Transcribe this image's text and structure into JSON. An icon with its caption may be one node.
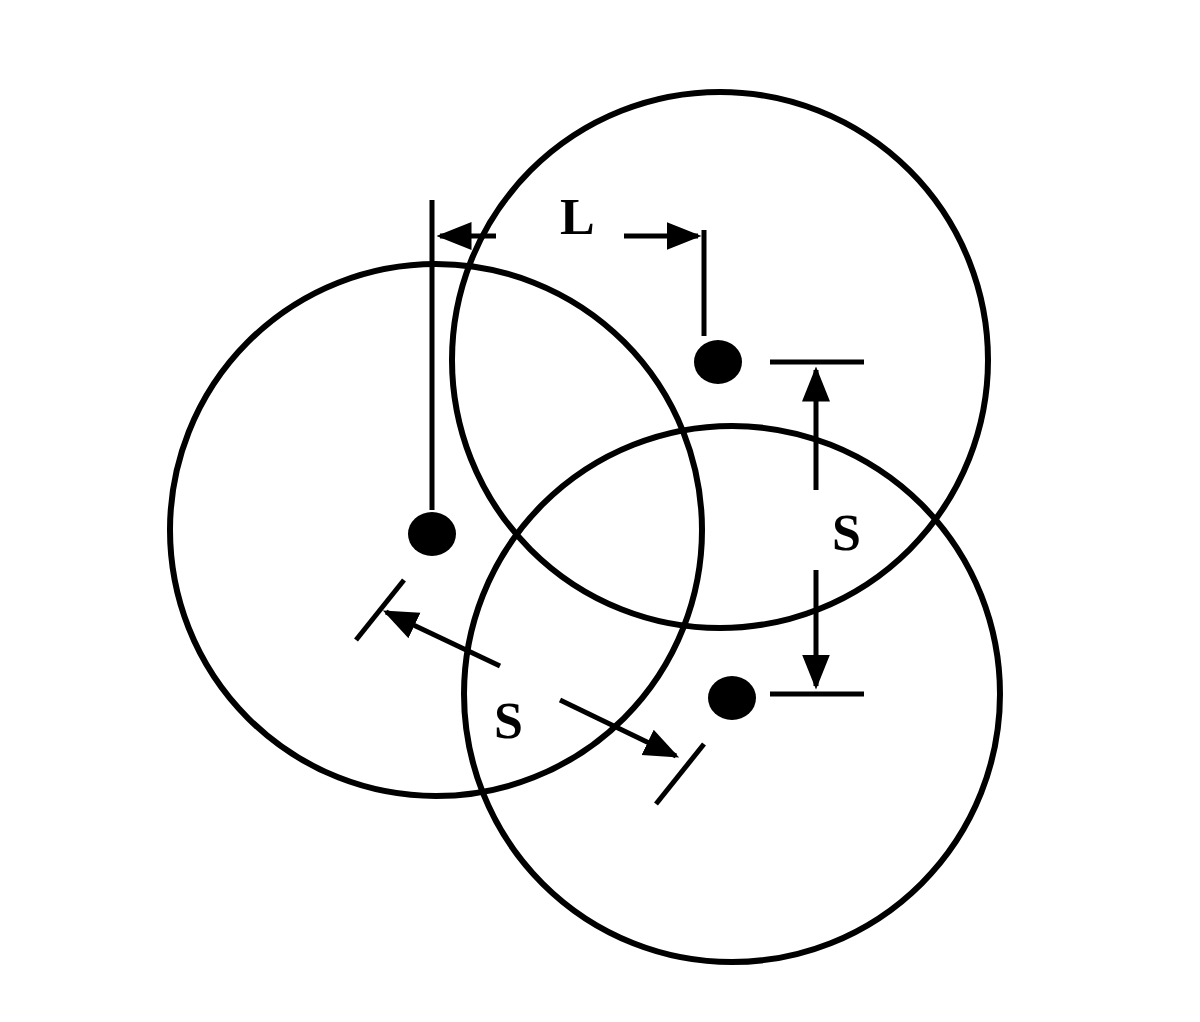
{
  "diagram": {
    "labels": [
      "L",
      "S",
      "S"
    ]
  }
}
